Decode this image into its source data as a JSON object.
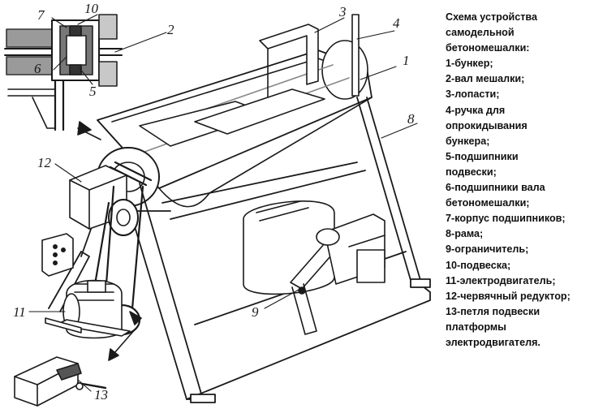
{
  "legend": {
    "lines": [
      "Схема устройства",
      "самодельной",
      "бетономешалки:",
      "1-бункер;",
      "2-вал мешалки;",
      "3-лопасти;",
      "4-ручка для",
      "опрокидывания",
      "бункера;",
      "5-подшипники",
      "подвески;",
      "6-подшипники вала",
      "бетономешалки;",
      "7-корпус подшипников;",
      "8-рама;",
      "9-ограничитель;",
      "10-подвеска;",
      "11-электродвигатель;",
      "12-червячный редуктор;",
      "13-петля подвески",
      "платформы",
      "электродвигателя."
    ]
  },
  "callouts": [
    "1",
    "2",
    "3",
    "4",
    "5",
    "6",
    "7",
    "8",
    "9",
    "10",
    "11",
    "12",
    "13"
  ],
  "colors": {
    "ink": "#1a1a1a",
    "shade": "#7a7a7a",
    "paper": "#ffffff"
  }
}
